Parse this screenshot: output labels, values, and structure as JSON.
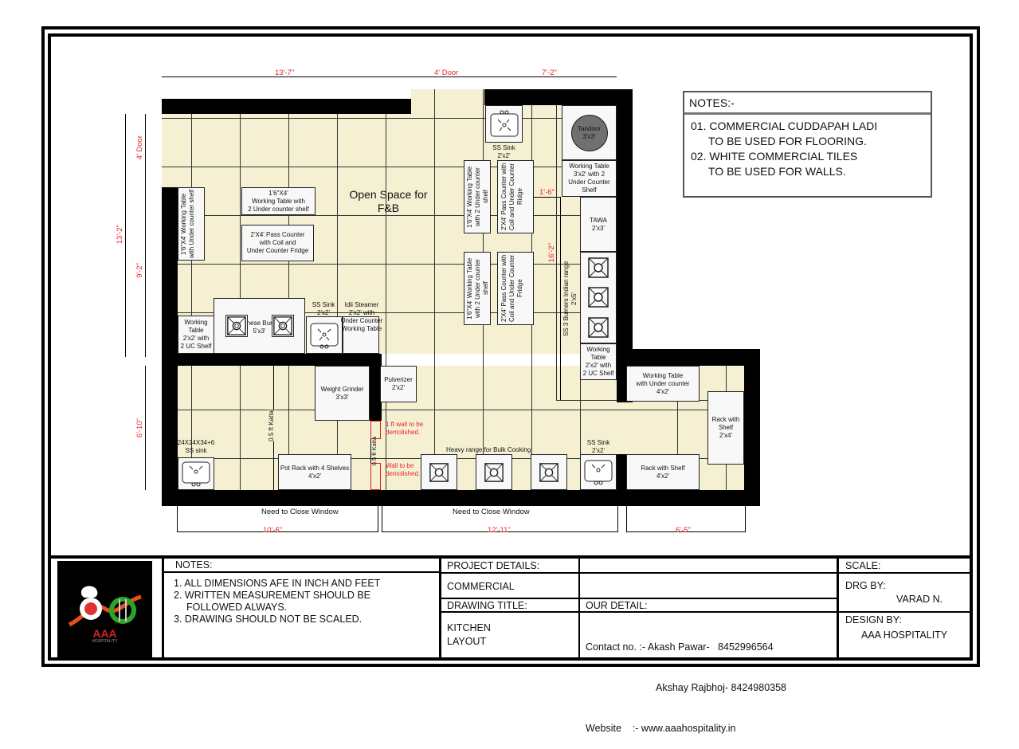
{
  "drawing": {
    "top_dimensions": [
      "13'-7\"",
      "4' Door",
      "7'-2\""
    ],
    "left_dimensions": [
      "4' Door",
      "13'-2\"",
      "9'-2\"",
      "6'-10\""
    ],
    "bottom_dimensions": [
      "10'-6\"",
      "12'-11\"",
      "6'-5\""
    ],
    "inner_dimensions": [
      "1'-6\"",
      "16'-2\""
    ],
    "window_notes": [
      "Need to Close Window",
      "Need to Close Window"
    ],
    "open_space_label": "Open Space for F&B",
    "equipment": {
      "wt_left_vertical": "1'6\"X4' Working Table with Under counter shelf",
      "wt_center_top": [
        "1'6\"X4'",
        "Working Table with",
        "2 Under counter shelf"
      ],
      "pass_counter_center": [
        "2'X4' Pass Counter",
        "with Coil and",
        "Under Counter Fridge"
      ],
      "chinese_burner": [
        "Chinese Burner",
        "5'x3'"
      ],
      "working_table_small_left": [
        "Working",
        "Table",
        "2'x2' with",
        "2 UC Shelf"
      ],
      "ss_sink_left": [
        "SS Sink",
        "2'x2'"
      ],
      "idli_steamer": [
        "Idli Steamer",
        "2'x2' with",
        "Under Counter",
        "Working Table"
      ],
      "ss_sink_top": [
        "SS Sink",
        "2'x2'"
      ],
      "wt_vertical_1": "1'6\"X4' Working Table with 2 Under counter shelf",
      "pass_vertical_1": "2'X4' Pass Counter with Coil and Under Counter Ridge",
      "wt_vertical_2": "1'6\"X4' Working Table with 2 Under counter shelf",
      "pass_vertical_2": "2'X4' Pass Counter with Coil and Under Counter Fridge",
      "tandoor": [
        "Tandoor",
        "3'x3'"
      ],
      "working_table_tandoor": [
        "Working Table",
        "3'x2' with 2",
        "Under Counter",
        "Shelf"
      ],
      "tawa": [
        "TAWA",
        "2'x3'"
      ],
      "indian_range": "SS 3 Burners Indian range 2'x5'",
      "working_table_right": [
        "Working",
        "Table",
        "2'x2' with",
        "2 UC Shelf"
      ],
      "weight_grinder": [
        "Weight Grinder",
        "3'x3'"
      ],
      "pulverizer": [
        "Pulverizer",
        "2'x2'"
      ],
      "katta_1": "0.5 ft Katta",
      "katta_2": "0.5 ft Katta",
      "wall_demolish_1": [
        "1 ft wall to be",
        "demolished."
      ],
      "wall_demolish_2": [
        "Wall to be",
        "demolished."
      ],
      "ss_sink_bottom_left": [
        "24X24X34+6",
        "SS sink"
      ],
      "pot_rack": [
        "Pot Rack with 4 Shelves",
        "4'x2'"
      ],
      "heavy_range": "Heavy range for Bulk Cooking",
      "ss_sink_bottom_right": [
        "SS Sink",
        "2'x2'"
      ],
      "wt_under_counter": [
        "Working Table",
        "with Under counter",
        "4'x2'"
      ],
      "rack_shelf_vertical": [
        "Rack with",
        "Shelf",
        "2'x4'"
      ],
      "rack_shelf_bottom": [
        "Rack with Shelf",
        "4'x2'"
      ]
    }
  },
  "notes_box": {
    "title": "NOTES:-",
    "lines": [
      "01. COMMERCIAL CUDDAPAH LADI",
      "TO BE USED FOR FLOORING.",
      "02. WHITE COMMERCIAL TILES",
      "TO BE USED FOR WALLS."
    ]
  },
  "title_block": {
    "logo": {
      "brand": "AAA",
      "sub": "HOSPITALITY"
    },
    "notes_title": "NOTES:",
    "notes": [
      "1. ALL DIMENSIONS AFE IN INCH AND FEET",
      "2. WRITTEN MEASUREMENT SHOULD BE",
      "FOLLOWED ALWAYS.",
      "3. DRAWING SHOULD NOT BE SCALED."
    ],
    "project_details_label": "PROJECT DETAILS:",
    "project_details_value": "COMMERCIAL",
    "drawing_title_label": "DRAWING TITLE:",
    "drawing_title_value": [
      "KITCHEN",
      "LAYOUT"
    ],
    "our_detail_label": "OUR DETAIL:",
    "contact_line1": "Contact no. :- Akash Pawar-   8452996564",
    "contact_line2": "Akshay Rajbhoj- 8424980358",
    "website_line": "Website    :- www.aaahospitality.in",
    "scale_label": "SCALE:",
    "drg_by_label": "DRG BY:",
    "drg_by_value": "VARAD N.",
    "design_by_label": "DESIGN BY:",
    "design_by_value": "AAA HOSPITALITY"
  },
  "colors": {
    "floor": "#f5f0d2",
    "dimension": "#e8262a",
    "wall": "#000000"
  }
}
